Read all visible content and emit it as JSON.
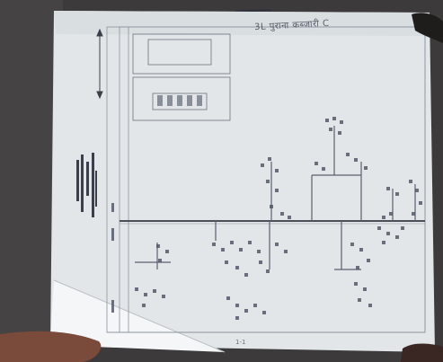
{
  "photo": {
    "subject": "paper-on-dark-surface",
    "colors": {
      "background_dark": "#3a3838",
      "paper": "#e4e7e9",
      "paper_shade": "#cfd4d7",
      "pencil": "#5b6170",
      "ink": "#2b3040",
      "hand": "#7a4a3a"
    }
  },
  "handwriting": {
    "top_title": "3L पुराना कब्जारी C"
  },
  "footer": {
    "page_mark": "1-1"
  }
}
